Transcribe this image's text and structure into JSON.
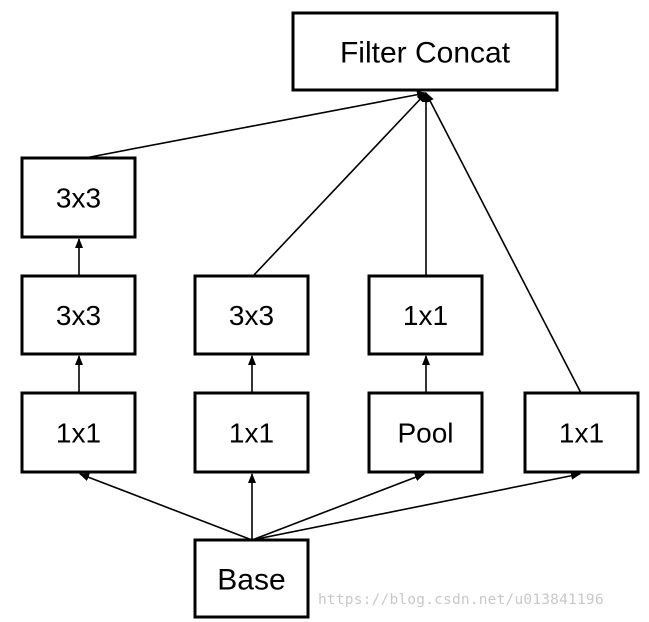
{
  "diagram": {
    "nodes": [
      {
        "id": "filter_concat",
        "label": "Filter Concat"
      },
      {
        "id": "b1_top",
        "label": "3x3"
      },
      {
        "id": "b1_mid",
        "label": "3x3"
      },
      {
        "id": "b2_mid",
        "label": "3x3"
      },
      {
        "id": "b3_mid",
        "label": "1x1"
      },
      {
        "id": "b1_bot",
        "label": "1x1"
      },
      {
        "id": "b2_bot",
        "label": "1x1"
      },
      {
        "id": "b3_bot",
        "label": "Pool"
      },
      {
        "id": "b4_bot",
        "label": "1x1"
      },
      {
        "id": "base",
        "label": "Base"
      }
    ],
    "edges": [
      {
        "from": "base",
        "to": "b1_bot"
      },
      {
        "from": "base",
        "to": "b2_bot"
      },
      {
        "from": "base",
        "to": "b3_bot"
      },
      {
        "from": "base",
        "to": "b4_bot"
      },
      {
        "from": "b1_bot",
        "to": "b1_mid"
      },
      {
        "from": "b1_mid",
        "to": "b1_top"
      },
      {
        "from": "b2_bot",
        "to": "b2_mid"
      },
      {
        "from": "b3_bot",
        "to": "b3_mid"
      },
      {
        "from": "b1_top",
        "to": "filter_concat"
      },
      {
        "from": "b2_mid",
        "to": "filter_concat"
      },
      {
        "from": "b3_mid",
        "to": "filter_concat"
      },
      {
        "from": "b4_bot",
        "to": "filter_concat"
      }
    ]
  },
  "watermark": "https://blog.csdn.net/u013841196"
}
